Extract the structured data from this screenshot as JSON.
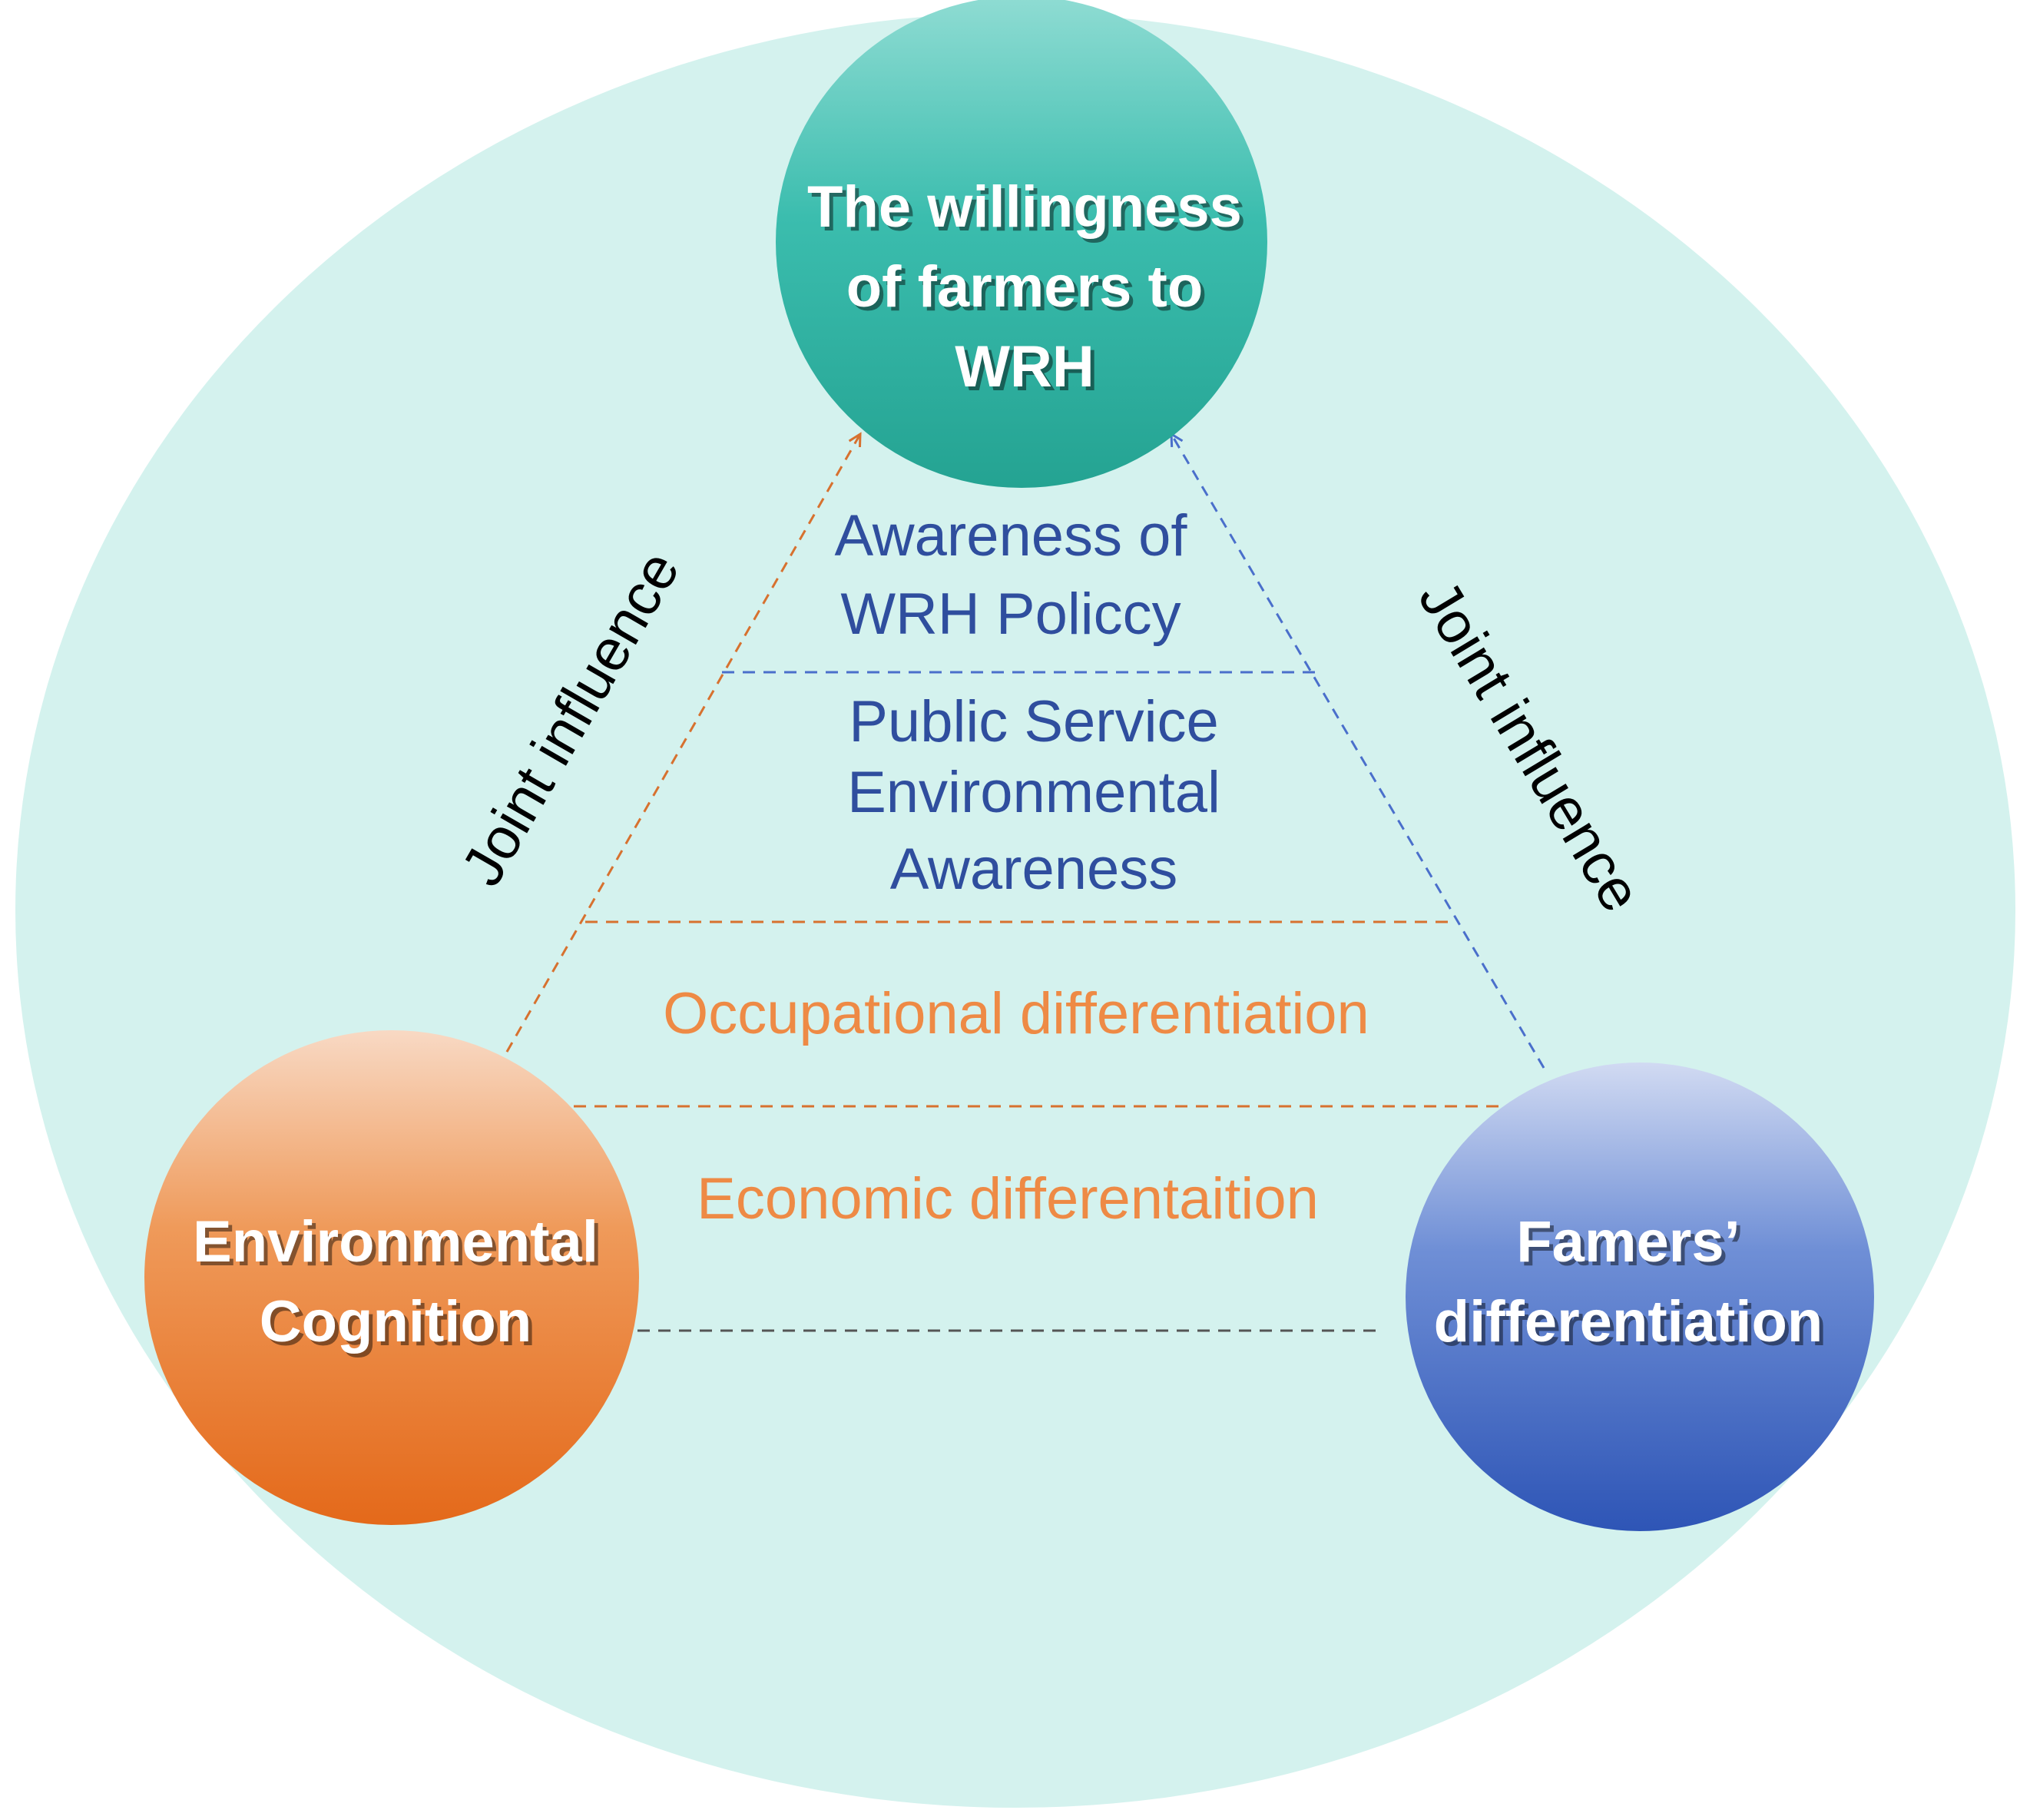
{
  "nodes": {
    "top": {
      "lines": [
        "The willingness",
        "of farmers to",
        "WRH"
      ]
    },
    "left": {
      "lines": [
        "Environmental",
        "Cognition"
      ]
    },
    "right": {
      "lines": [
        "Famers’",
        "differentiation"
      ]
    }
  },
  "layers": {
    "policy": {
      "lines": [
        "Awareness of",
        "WRH Policcy"
      ]
    },
    "public": {
      "lines": [
        "Public Service",
        "Environmental",
        "Awareness"
      ]
    },
    "occupational": {
      "text": "Occupational differentiation"
    },
    "economic": {
      "text": "Economic differentaition"
    }
  },
  "arrows": {
    "left_label": "Joint influence",
    "right_label": "Joint influence"
  },
  "colors": {
    "background_ellipse": "#d4f2ee",
    "top_node": "#2aae9f",
    "left_node": "#e6711e",
    "right_node": "#3a62bf",
    "blue_text": "#2f4e9e",
    "orange_text": "#ee8a45"
  }
}
